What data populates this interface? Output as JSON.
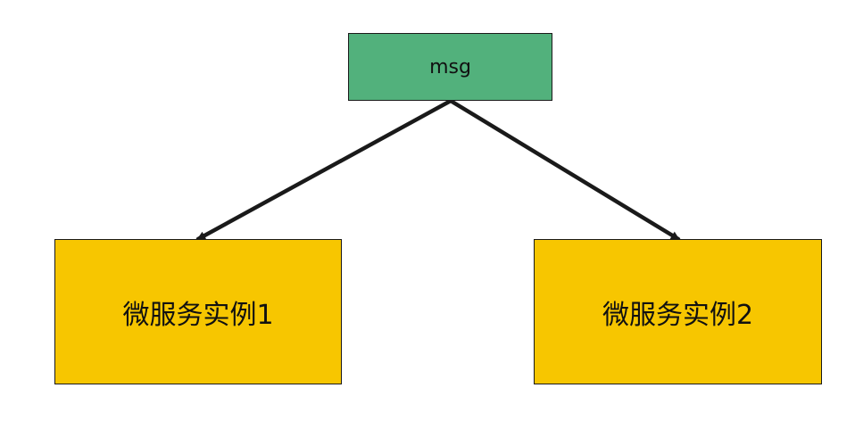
{
  "diagram": {
    "nodes": [
      {
        "id": "msg",
        "label": "msg",
        "fill": "#52b17c"
      },
      {
        "id": "instance1",
        "label": "微服务实例1",
        "fill": "#f7c600"
      },
      {
        "id": "instance2",
        "label": "微服务实例2",
        "fill": "#f7c600"
      }
    ],
    "edges": [
      {
        "from": "msg",
        "to": "instance1"
      },
      {
        "from": "msg",
        "to": "instance2"
      }
    ],
    "colors": {
      "stroke": "#1a1a1a",
      "border": "#1a1a1a"
    }
  }
}
